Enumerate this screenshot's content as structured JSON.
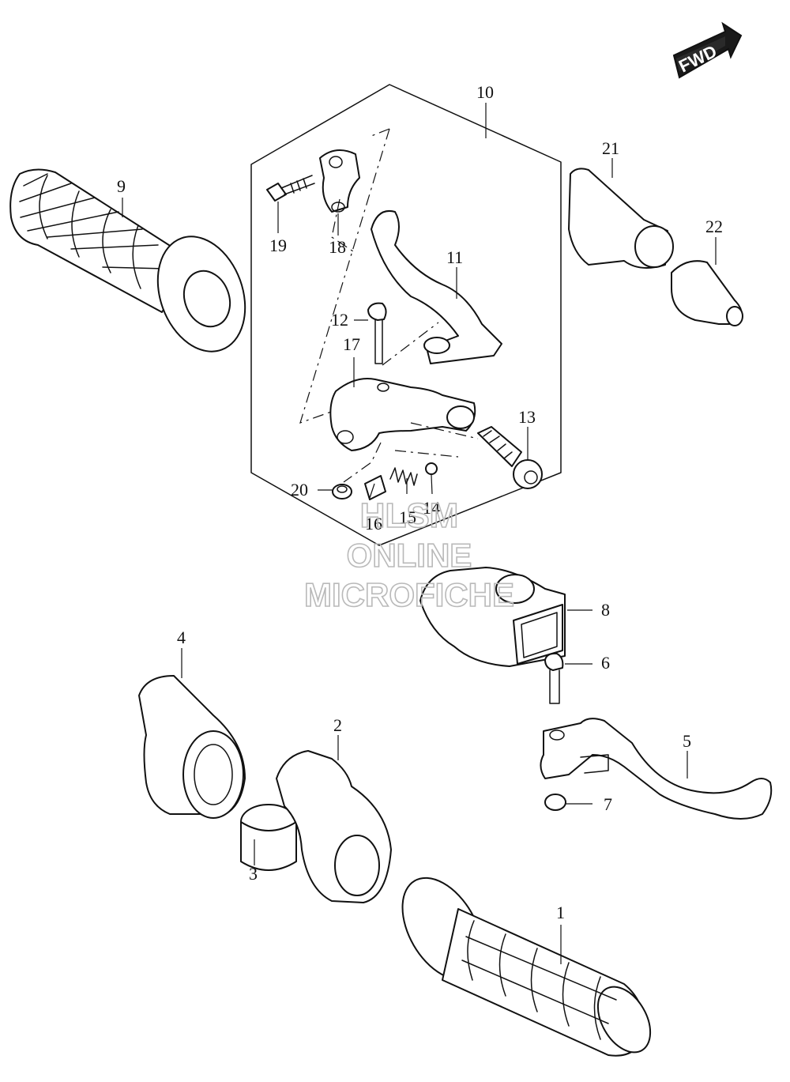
{
  "forward_badge": "FWD",
  "watermark": {
    "line1": "HLSM",
    "line2": "ONLINE",
    "line3": "MICROFICHE"
  },
  "part_numbers": {
    "p1": "1",
    "p2": "2",
    "p3": "3",
    "p4": "4",
    "p5": "5",
    "p6": "6",
    "p7": "7",
    "p8": "8",
    "p9": "9",
    "p10": "10",
    "p11": "11",
    "p12": "12",
    "p13": "13",
    "p14": "14",
    "p15": "15",
    "p16": "16",
    "p17": "17",
    "p18": "18",
    "p19": "19",
    "p20": "20",
    "p21": "21",
    "p22": "22"
  }
}
